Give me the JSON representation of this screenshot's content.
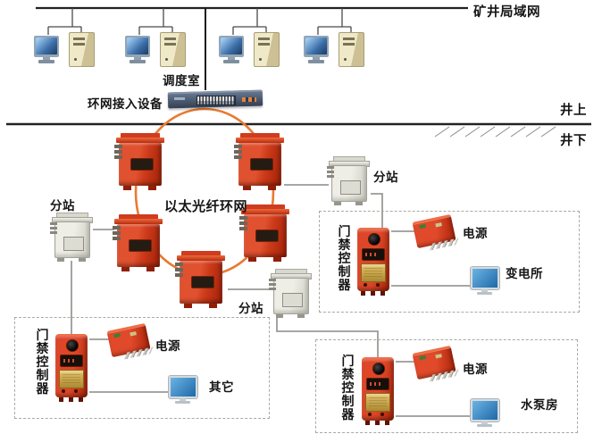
{
  "surface": {
    "lan_label": "矿井局域网",
    "dispatch_room_label": "调度室",
    "ring_access_label": "环网接入设备",
    "boundary_above_label": "井上",
    "boundary_below_label": "井下"
  },
  "ring": {
    "label": "以太光纤环网"
  },
  "substation_label": "分站",
  "groups": [
    {
      "controller": "门禁控制器",
      "power": "电源",
      "location": "其它"
    },
    {
      "controller": "门禁控制器",
      "power": "电源",
      "location": "变电所"
    },
    {
      "controller": "门禁控制器",
      "power": "电源",
      "location": "水泵房"
    }
  ],
  "colors": {
    "device_red": "#d5391f",
    "ring_orange": "#e87a32",
    "connector_gray": "#999999",
    "screen_blue": "#2e86c8",
    "line_black": "#222222"
  }
}
